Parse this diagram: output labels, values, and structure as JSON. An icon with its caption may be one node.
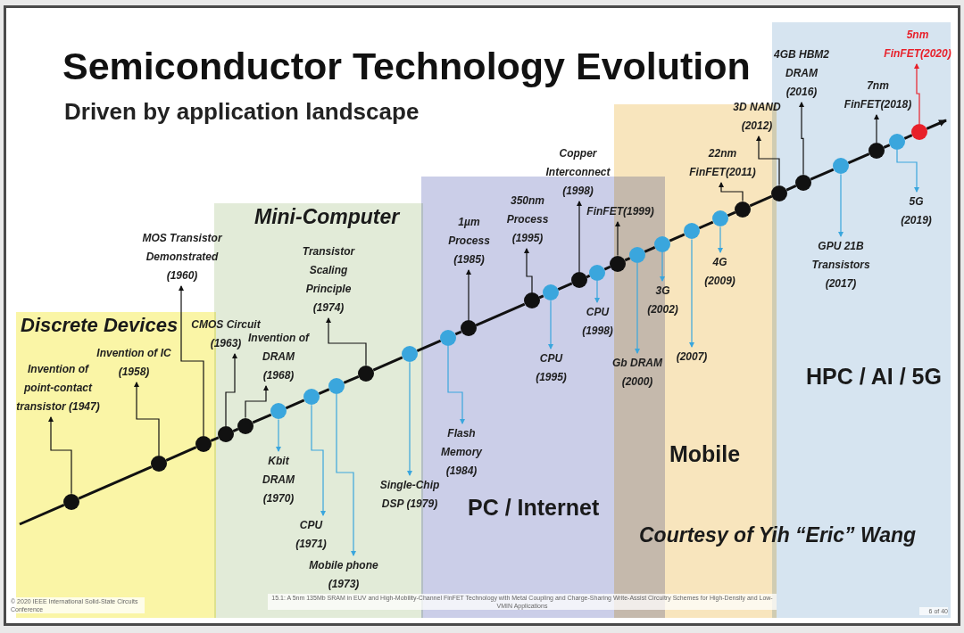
{
  "diagram": {
    "title": "Semiconductor Technology Evolution",
    "nodes": [
      {
        "text": [],
        "shape": "circle"
      },
      {
        "text": [],
        "shape": "circle"
      },
      {
        "text": [],
        "shape": "circle"
      },
      {
        "text": [],
        "shape": "circle"
      },
      {
        "text": [],
        "shape": "circle"
      },
      {
        "text": [],
        "shape": "circle"
      },
      {
        "text": [],
        "shape": "circle"
      },
      {
        "text": [],
        "shape": "circle"
      },
      {
        "text": [],
        "shape": "circle"
      },
      {
        "text": [],
        "shape": "circle"
      },
      {
        "text": [],
        "shape": "circle"
      },
      {
        "text": [],
        "shape": "circle"
      },
      {
        "text": [],
        "shape": "circle"
      },
      {
        "text": [],
        "shape": "circle"
      },
      {
        "text": [],
        "shape": "circle"
      },
      {
        "text": [],
        "shape": "circle"
      },
      {
        "text": [],
        "shape": "circle"
      },
      {
        "text": [],
        "shape": "circle"
      },
      {
        "text": [],
        "shape": "circle"
      },
      {
        "text": [],
        "shape": "circle"
      },
      {
        "text": [],
        "shape": "circle"
      },
      {
        "text": [],
        "shape": "circle"
      },
      {
        "text": [],
        "shape": "circle"
      },
      {
        "text": [],
        "shape": "circle"
      },
      {
        "text": [],
        "shape": "circle"
      },
      {
        "text": [],
        "shape": "circle"
      },
      {
        "text": [],
        "shape": "circle"
      },
      {
        "text": [],
        "shape": "circle"
      },
      {
        "text": [
          "Invention of point-contact transistor (1947)"
        ]
      },
      {
        "text": [
          "Invention of IC (1958)"
        ]
      },
      {
        "text": [
          "MOS Transistor Demonstrated (1960)"
        ]
      },
      {
        "text": [
          "CMOS Circuit (1963)"
        ]
      },
      {
        "text": [
          "Invention of DRAM (1968)"
        ]
      },
      {
        "text": [
          "Kbit DRAM (1970)"
        ]
      },
      {
        "text": [
          "CPU (1971)"
        ]
      },
      {
        "text": [
          "Mobile phone (1973)"
        ]
      },
      {
        "text": [
          "Transistor Scaling Principle (1974)"
        ]
      },
      {
        "text": [
          "Single-Chip DSP (1979)"
        ]
      },
      {
        "text": [
          "Flash Memory (1984)"
        ]
      },
      {
        "text": [
          "1µm Process (1985)"
        ]
      },
      {
        "text": [
          "350nm Process (1995)"
        ]
      },
      {
        "text": [
          "CPU (1995)"
        ]
      },
      {
        "text": [
          "Copper Interconnect (1998)"
        ]
      },
      {
        "text": [
          "CPU (1998)"
        ]
      },
      {
        "text": [
          "FinFET(1999)"
        ]
      },
      {
        "text": [
          "Gb DRAM (2000)"
        ]
      },
      {
        "text": [
          "3G (2002)"
        ]
      },
      {
        "text": [
          "(2007)"
        ]
      },
      {
        "text": [
          "4G (2009)"
        ]
      },
      {
        "text": [
          "22nm FinFET(2011)"
        ]
      },
      {
        "text": [
          "3D NAND (2012)"
        ]
      },
      {
        "text": [
          "4GB HBM2 DRAM (2016)"
        ]
      },
      {
        "text": [
          "GPU 21B Transistors (2017)"
        ]
      },
      {
        "text": [
          "7nm FinFET(2018)"
        ]
      },
      {
        "text": [
          "5G (2019)"
        ]
      },
      {
        "text": [
          "5nm FinFET(2020)"
        ]
      }
    ],
    "edges": [
      {
        "from": 0,
        "to": 28,
        "arrow": "to"
      },
      {
        "from": 1,
        "to": 29,
        "arrow": "to"
      },
      {
        "from": 2,
        "to": 30,
        "arrow": "to"
      },
      {
        "from": 3,
        "to": 31,
        "arrow": "to"
      },
      {
        "from": 4,
        "to": 32,
        "arrow": "to"
      },
      {
        "from": 5,
        "to": 33,
        "arrow": "to",
        "color": "#3aa6dd"
      },
      {
        "from": 6,
        "to": 34,
        "arrow": "to",
        "color": "#3aa6dd"
      },
      {
        "from": 7,
        "to": 35,
        "arrow": "to",
        "color": "#3aa6dd"
      },
      {
        "from": 8,
        "to": 36,
        "arrow": "to"
      },
      {
        "from": 9,
        "to": 37,
        "arrow": "to",
        "color": "#3aa6dd"
      },
      {
        "from": 10,
        "to": 38,
        "arrow": "to",
        "color": "#3aa6dd"
      },
      {
        "from": 11,
        "to": 39,
        "arrow": "to"
      },
      {
        "from": 12,
        "to": 40,
        "arrow": "to"
      },
      {
        "from": 13,
        "to": 41,
        "arrow": "to",
        "color": "#3aa6dd"
      },
      {
        "from": 14,
        "to": 42,
        "arrow": "to"
      },
      {
        "from": 15,
        "to": 43,
        "arrow": "to",
        "color": "#3aa6dd"
      },
      {
        "from": 16,
        "to": 44,
        "arrow": "to"
      },
      {
        "from": 17,
        "to": 45,
        "arrow": "to",
        "color": "#3aa6dd"
      },
      {
        "from": 18,
        "to": 46,
        "arrow": "to",
        "color": "#3aa6dd"
      },
      {
        "from": 19,
        "to": 47,
        "arrow": "to",
        "color": "#3aa6dd"
      },
      {
        "from": 20,
        "to": 48,
        "arrow": "to",
        "color": "#3aa6dd"
      },
      {
        "from": 21,
        "to": 49,
        "arrow": "to"
      },
      {
        "from": 22,
        "to": 50,
        "arrow": "to"
      },
      {
        "from": 23,
        "to": 51,
        "arrow": "to"
      },
      {
        "from": 24,
        "to": 52,
        "arrow": "to",
        "color": "#3aa6dd"
      },
      {
        "from": 25,
        "to": 53,
        "arrow": "to"
      },
      {
        "from": 26,
        "to": 54,
        "arrow": "to",
        "color": "#3aa6dd"
      },
      {
        "from": 27,
        "to": 55,
        "arrow": "to",
        "color": "#e8202a"
      },
      {
        "from": null,
        "to": 0,
        "arrow": "none"
      },
      {
        "from": 0,
        "to": 1,
        "arrow": "none"
      },
      {
        "from": 1,
        "to": 2,
        "arrow": "none"
      },
      {
        "from": 2,
        "to": 3,
        "arrow": "none"
      },
      {
        "from": 3,
        "to": 4,
        "arrow": "none"
      },
      {
        "from": 4,
        "to": 5,
        "arrow": "none"
      },
      {
        "from": 5,
        "to": 6,
        "arrow": "none"
      },
      {
        "from": 6,
        "to": 7,
        "arrow": "none"
      },
      {
        "from": 7,
        "to": 8,
        "arrow": "none"
      },
      {
        "from": 8,
        "to": 9,
        "arrow": "none"
      },
      {
        "from": 9,
        "to": 10,
        "arrow": "none"
      },
      {
        "from": 10,
        "to": 11,
        "arrow": "none"
      },
      {
        "from": 11,
        "to": 12,
        "arrow": "none"
      },
      {
        "from": 12,
        "to": 13,
        "arrow": "none"
      },
      {
        "from": 13,
        "to": 14,
        "arrow": "none"
      },
      {
        "from": 14,
        "to": 15,
        "arrow": "none"
      },
      {
        "from": 15,
        "to": 16,
        "arrow": "none"
      },
      {
        "from": 16,
        "to": 17,
        "arrow": "none"
      },
      {
        "from": 17,
        "to": 18,
        "arrow": "none"
      },
      {
        "from": 18,
        "to": 19,
        "arrow": "none"
      },
      {
        "from": 19,
        "to": 20,
        "arrow": "none"
      },
      {
        "from": 20,
        "to": 21,
        "arrow": "none"
      },
      {
        "from": 21,
        "to": 22,
        "arrow": "none"
      },
      {
        "from": 22,
        "to": 23,
        "arrow": "none"
      },
      {
        "from": 23,
        "to": 24,
        "arrow": "none"
      },
      {
        "from": 24,
        "to": 25,
        "arrow": "none"
      },
      {
        "from": 25,
        "to": 26,
        "arrow": "none"
      },
      {
        "from": 26,
        "to": 27,
        "arrow": "none"
      },
      {
        "from": 27,
        "to": null,
        "arrow": "to"
      }
    ],
    "labels": [
      "Driven by application landscape",
      "Discrete Devices",
      "Mini-Computer",
      "PC / Internet",
      "Mobile",
      "HPC / AI / 5G",
      "Courtesy of Yih “Eric” Wang",
      "© 2020 IEEE International Solid-State Circuits Conference",
      "15.1: A 5nm 135Mb SRAM in EUV and High-Mobility-Channel FinFET Technology with Metal Coupling and Charge-Sharing Write-Assist Circuitry Schemes for High-Density and Low-VMIN Applications",
      "6 of 40"
    ]
  }
}
